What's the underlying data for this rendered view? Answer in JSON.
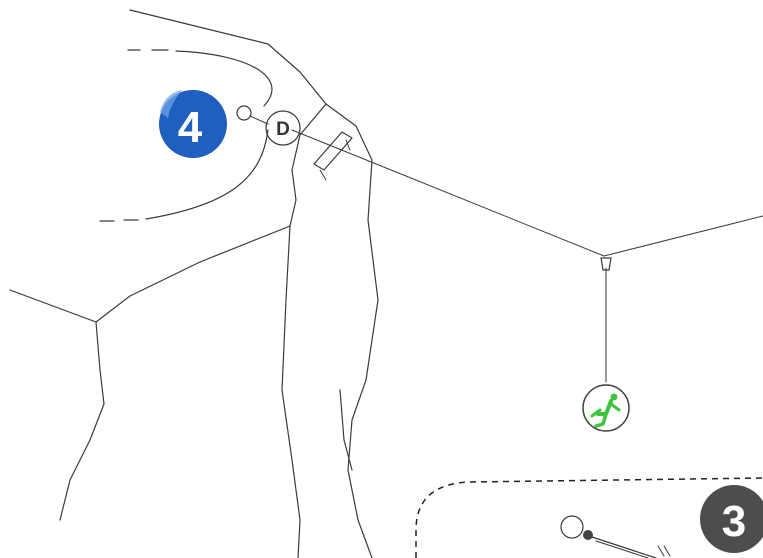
{
  "diagram": {
    "step_badges": [
      {
        "label": "4",
        "color": "#1f5fbf"
      },
      {
        "label": "3",
        "color": "#4d4d4d"
      }
    ],
    "anchor_marker": {
      "label": "D"
    },
    "pulley_icon": {
      "name": "rescuer-seat-icon",
      "color": "#3cc43c"
    }
  }
}
